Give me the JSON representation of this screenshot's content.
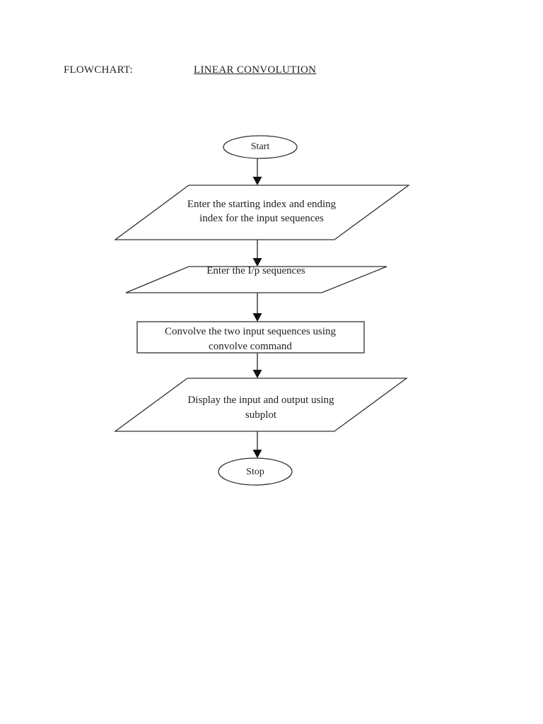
{
  "header": {
    "label": "FLOWCHART:",
    "title": "LINEAR CONVOLUTION"
  },
  "flowchart": {
    "start": {
      "label": "Start"
    },
    "io_indices": {
      "line1": "Enter the starting index and ending",
      "line2": "index for the input sequences"
    },
    "io_sequences": {
      "line1": "Enter the I/p sequences"
    },
    "process_convolve": {
      "line1": "Convolve the two input sequences using",
      "line2": "convolve command"
    },
    "io_display": {
      "line1": "Display the input and output using",
      "line2": "subplot"
    },
    "stop": {
      "label": "Stop"
    }
  },
  "colors": {
    "background": "#ffffff",
    "line": "#303030",
    "text": "#1f1f1f"
  }
}
